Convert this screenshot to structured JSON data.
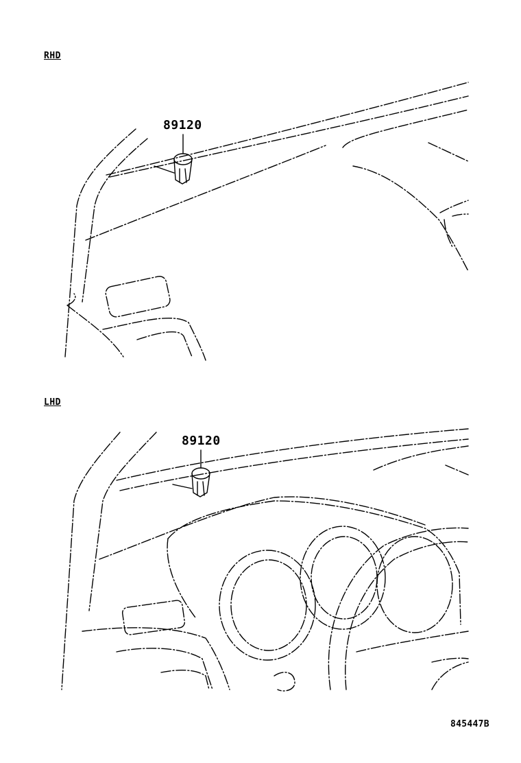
{
  "sections": [
    {
      "label": "RHD",
      "part_number": "89120"
    },
    {
      "label": "LHD",
      "part_number": "89120"
    }
  ],
  "diagram_code": "845447B"
}
